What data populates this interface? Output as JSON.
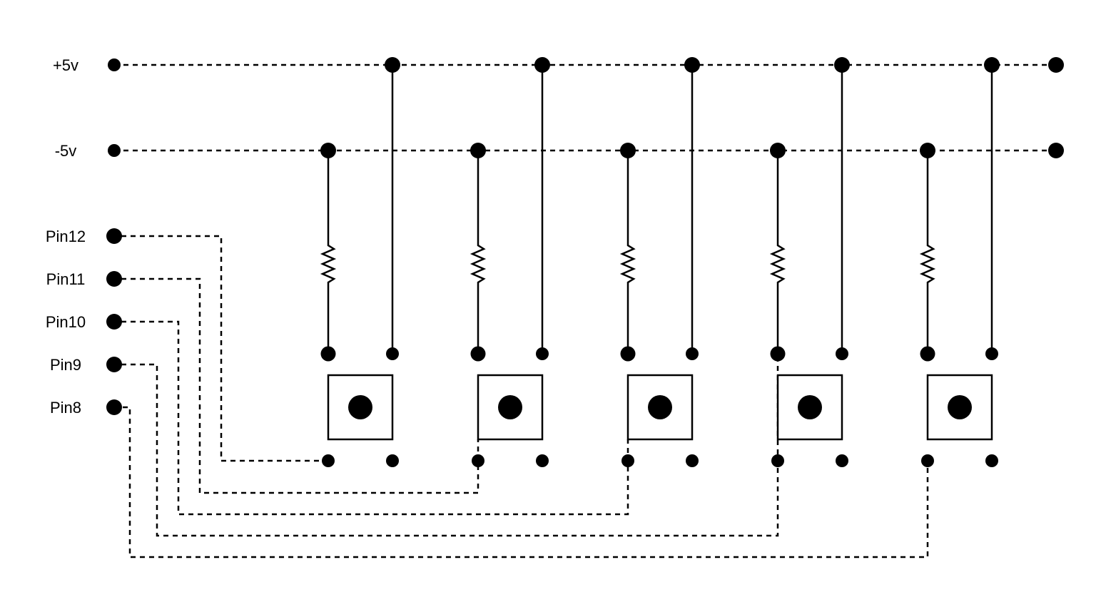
{
  "diagram": {
    "rails": [
      {
        "label": "+5v"
      },
      {
        "label": "-5v"
      }
    ],
    "pins": [
      {
        "label": "Pin12"
      },
      {
        "label": "Pin11"
      },
      {
        "label": "Pin10"
      },
      {
        "label": "Pin9"
      },
      {
        "label": "Pin8"
      }
    ],
    "button_count": 5,
    "components": {
      "resistor": "zigzag-resistor-icon",
      "button": "push-button-icon"
    },
    "colors": {
      "line": "#000000",
      "background": "#ffffff"
    }
  }
}
